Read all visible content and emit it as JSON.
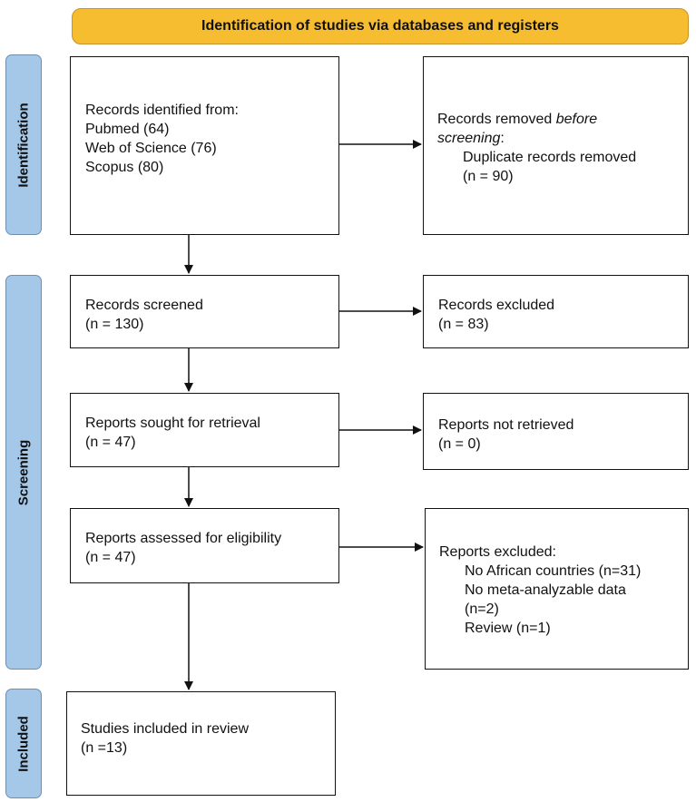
{
  "header": {
    "title": "Identification of studies via databases and registers"
  },
  "phases": {
    "identification": "Identification",
    "screening": "Screening",
    "included": "Included"
  },
  "identification": {
    "records_identified": {
      "heading": "Records identified from:",
      "sources": [
        "Pubmed (64)",
        "Web of Science (76)",
        "Scopus (80)"
      ]
    },
    "records_removed": {
      "prefix": "Records removed ",
      "italic": "before",
      "italic2": "screening",
      "suffix": ":",
      "detail": "Duplicate records removed",
      "count": "(n = 90)"
    }
  },
  "screening": {
    "records_screened": {
      "label": "Records screened",
      "count": "(n = 130)"
    },
    "records_excluded": {
      "label": "Records excluded",
      "count": "(n = 83)"
    },
    "reports_sought": {
      "label": "Reports sought for retrieval",
      "count": "(n = 47)"
    },
    "reports_not_retrieved": {
      "label": "Reports not retrieved",
      "count": "(n = 0)"
    },
    "reports_assessed": {
      "label": "Reports assessed for eligibility",
      "count": "(n = 47)"
    },
    "reports_excluded": {
      "label": "Reports excluded:",
      "reasons": [
        "No African countries (n=31)",
        "No meta-analyzable data",
        "(n=2)",
        "Review (n=1)"
      ]
    }
  },
  "included": {
    "studies_included": {
      "label": "Studies included in review",
      "count": "(n =13)"
    }
  }
}
